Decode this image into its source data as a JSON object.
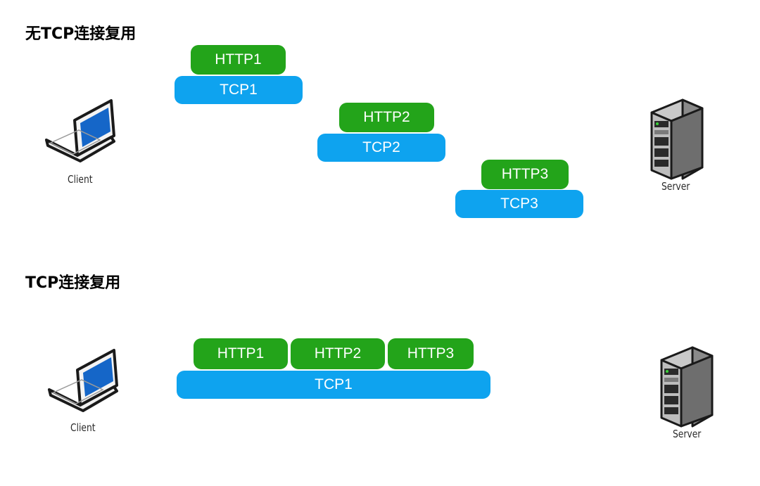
{
  "sections": [
    {
      "title": "无TCP连接复用",
      "client_label": "Client",
      "server_label": "Server",
      "http_labels": [
        "HTTP1",
        "HTTP2",
        "HTTP3"
      ],
      "tcp_labels": [
        "TCP1",
        "TCP2",
        "TCP3"
      ]
    },
    {
      "title": "TCP连接复用",
      "client_label": "Client",
      "server_label": "Server",
      "http_labels": [
        "HTTP1",
        "HTTP2",
        "HTTP3"
      ],
      "tcp_labels": [
        "TCP1"
      ]
    }
  ],
  "colors": {
    "http": "#23a41a",
    "tcp": "#0ea3ef",
    "screen": "#1566c8"
  },
  "icons": {
    "client": "laptop-icon",
    "server": "server-tower-icon"
  }
}
